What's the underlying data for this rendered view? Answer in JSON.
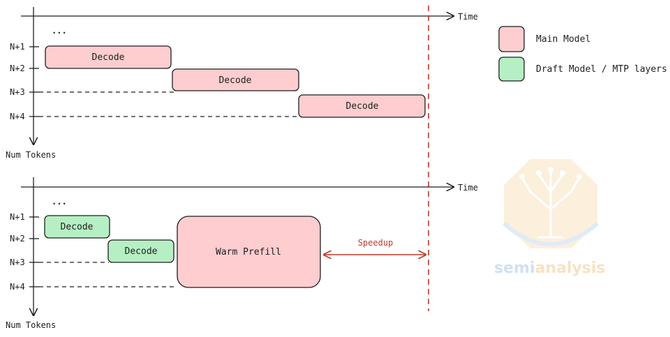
{
  "colors": {
    "main_model_fill": "#fdcdcf",
    "main_model_stroke": "#1e1e1e",
    "draft_model_fill": "#b5efc3",
    "speedup_red": "#c0392b",
    "watermark_orange": "#f7c98a",
    "watermark_blue": "#9fc4e8"
  },
  "legend": {
    "main_model": "Main Model",
    "draft_model": "Draft Model / MTP layers"
  },
  "top_panel": {
    "time_label": "Time",
    "y_axis_label": "Num Tokens",
    "ellipsis": "...",
    "rows": [
      "N+1",
      "N+2",
      "N+3",
      "N+4"
    ],
    "boxes": [
      {
        "label": "Decode",
        "model": "main"
      },
      {
        "label": "Decode",
        "model": "main"
      },
      {
        "label": "Decode",
        "model": "main"
      }
    ]
  },
  "bottom_panel": {
    "time_label": "Time",
    "y_axis_label": "Num Tokens",
    "ellipsis": "...",
    "rows": [
      "N+1",
      "N+2",
      "N+3",
      "N+4"
    ],
    "boxes": [
      {
        "label": "Decode",
        "model": "draft"
      },
      {
        "label": "Decode",
        "model": "draft"
      },
      {
        "label": "Warm Prefill",
        "model": "main"
      }
    ],
    "speedup_label": "Speedup"
  },
  "watermark": {
    "text_part1": "semi",
    "text_part2": "analysis",
    "icon": "circuit-tree-icon"
  }
}
